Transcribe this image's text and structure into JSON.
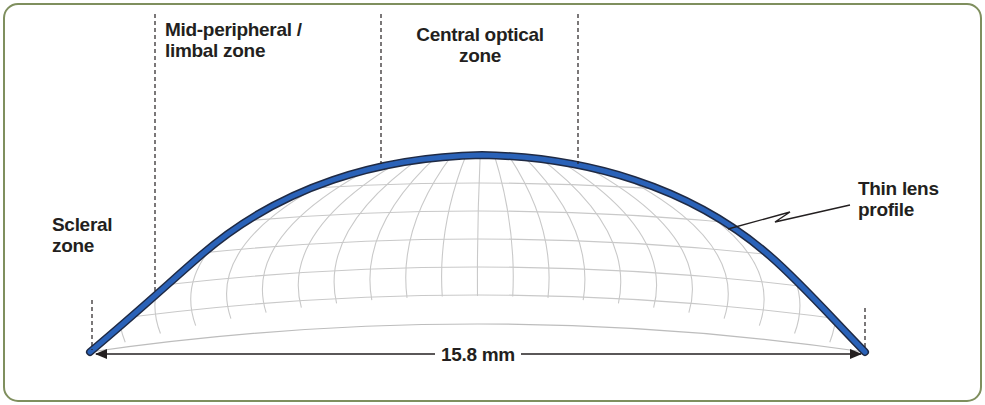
{
  "diagram": {
    "labels": [
      "Mid-peripheral / limbal zone",
      "Central optical zone",
      "Scleral zone",
      "Thin lens profile",
      "15.8 mm"
    ]
  }
}
